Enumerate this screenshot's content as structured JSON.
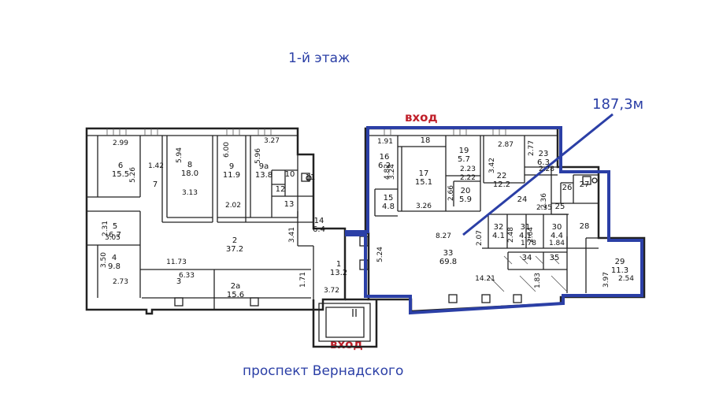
{
  "title": "1-й этаж",
  "area_label": "187,3м",
  "entrance_top": "вход",
  "entrance_bottom": "вход",
  "street": "проспект Вернадского",
  "colors": {
    "outline": "#2b3fa6",
    "entrance": "#c0202a",
    "walls": "#222222"
  },
  "rooms": [
    {
      "num": "6",
      "area": "15.5"
    },
    {
      "num": "5",
      "area": "6.7"
    },
    {
      "num": "4",
      "area": "9.8"
    },
    {
      "num": "7",
      "area": ""
    },
    {
      "num": "8",
      "area": "18.0"
    },
    {
      "num": "9",
      "area": "11.9"
    },
    {
      "num": "9а",
      "area": "13.8"
    },
    {
      "num": "10",
      "area": ""
    },
    {
      "num": "11",
      "area": ""
    },
    {
      "num": "12",
      "area": ""
    },
    {
      "num": "13",
      "area": ""
    },
    {
      "num": "14",
      "area": "6.4"
    },
    {
      "num": "2",
      "area": "37.2"
    },
    {
      "num": "1",
      "area": "13.2"
    },
    {
      "num": "3",
      "area": ""
    },
    {
      "num": "2а",
      "area": "15.6"
    },
    {
      "num": "15",
      "area": "4.8"
    },
    {
      "num": "16",
      "area": "6.2"
    },
    {
      "num": "17",
      "area": "15.1"
    },
    {
      "num": "18",
      "area": ""
    },
    {
      "num": "19",
      "area": "5.7"
    },
    {
      "num": "20",
      "area": "5.9"
    },
    {
      "num": "22",
      "area": "12.2"
    },
    {
      "num": "23",
      "area": "6.3"
    },
    {
      "num": "24",
      "area": ""
    },
    {
      "num": "25",
      "area": ""
    },
    {
      "num": "26",
      "area": ""
    },
    {
      "num": "27",
      "area": ""
    },
    {
      "num": "28",
      "area": ""
    },
    {
      "num": "29",
      "area": "11.3"
    },
    {
      "num": "30",
      "area": "4.4"
    },
    {
      "num": "31",
      "area": "4.1"
    },
    {
      "num": "32",
      "area": "4.1"
    },
    {
      "num": "33",
      "area": "69.8"
    },
    {
      "num": "34",
      "area": ""
    },
    {
      "num": "35",
      "area": ""
    }
  ],
  "dimensions": [
    "2.99",
    "5.26",
    "1.42",
    "5.94",
    "3.13",
    "6.00",
    "2.02",
    "5.96",
    "3.27",
    "2.31",
    "3.05",
    "3.50",
    "2.73",
    "11.73",
    "3.41",
    "6.33",
    "1.71",
    "3.72",
    "5.24",
    "1.91",
    "4.82",
    "3.24",
    "2.23",
    "2.22",
    "2.66",
    "3.26",
    "2.87",
    "3.42",
    "2.77",
    "2.28",
    "2.36",
    "2.35",
    "8.27",
    "2.07",
    "2.48",
    "2.64",
    "1.78",
    "1.84",
    "14.21",
    "1.83",
    "3.97",
    "2.54"
  ]
}
